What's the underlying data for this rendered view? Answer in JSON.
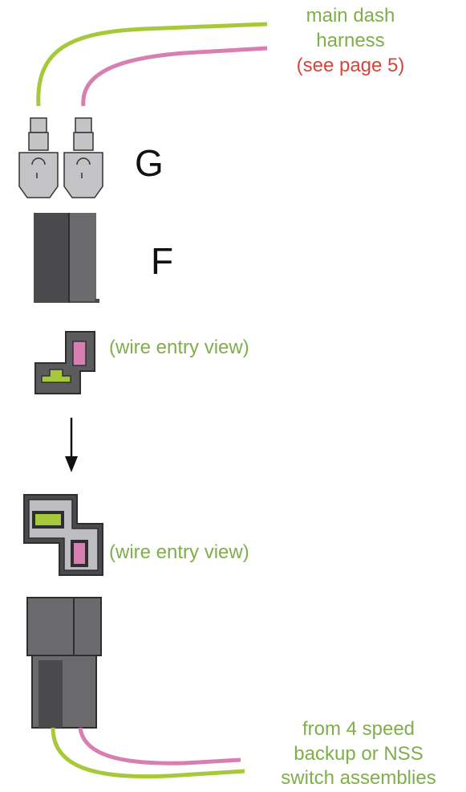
{
  "labels": {
    "top_line1": "main dash",
    "top_line2": "harness",
    "top_line3": "(see page 5)",
    "letter_g": "G",
    "letter_f": "F",
    "wire_entry_top": "(wire entry view)",
    "wire_entry_bottom": "(wire entry view)",
    "bottom_line1": "from 4 speed",
    "bottom_line2": "backup or NSS",
    "bottom_line3": "switch assemblies"
  },
  "colors": {
    "wire_green": "#a8c83c",
    "wire_pink": "#d77fb0",
    "connector_dark": "#4a4a4c",
    "connector_mid": "#6b6b6e",
    "terminal_gray": "#c4c4c6",
    "text_green": "#7fae4a",
    "text_red": "#d9443a"
  }
}
